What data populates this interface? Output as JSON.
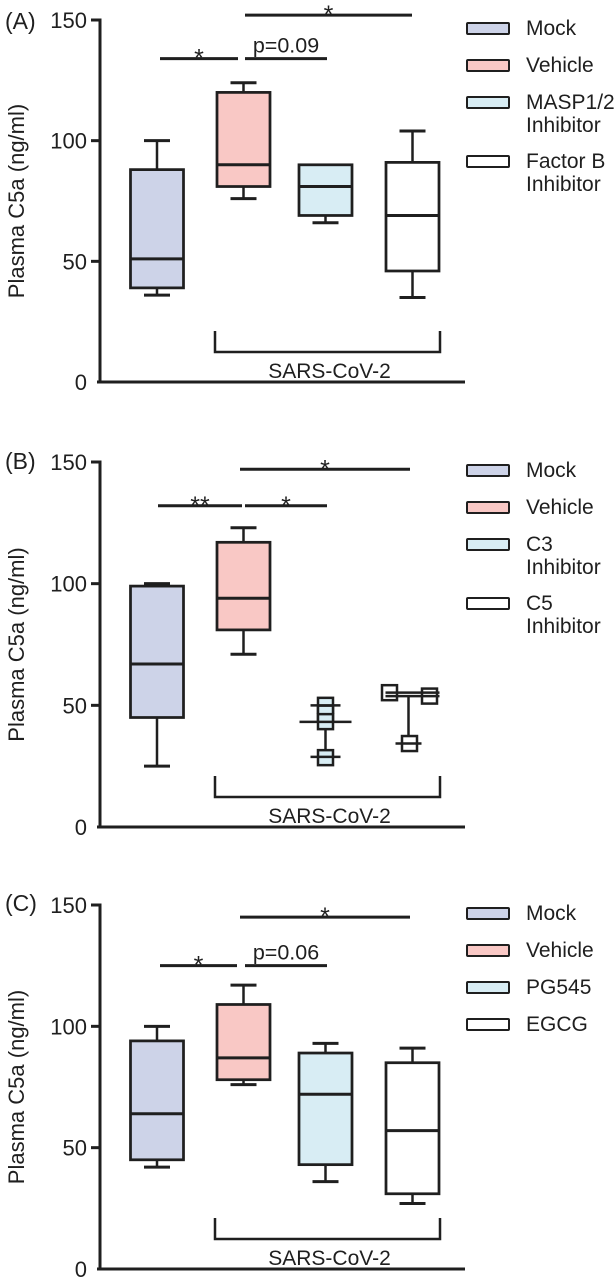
{
  "colors": {
    "stroke": "#1f1f1f",
    "mock": "#cdd3e8",
    "vehicle": "#f9c8c5",
    "light_blue": "#d8edf4",
    "white": "#ffffff"
  },
  "chart_data": [
    {
      "type": "box",
      "panel_label": "(A)",
      "ylabel": "Plasma C5a (ng/ml)",
      "ylim": [
        0,
        150
      ],
      "yticks": [
        0,
        50,
        100,
        150
      ],
      "condition_bracket": {
        "label": "SARS-CoV-2",
        "x1": 215,
        "x2": 440
      },
      "groups": [
        {
          "label": "Mock",
          "style": "box",
          "fill": "#cdd3e8",
          "min": 36,
          "q1": 39,
          "median": 51,
          "q3": 88,
          "max": 100
        },
        {
          "label": "Vehicle",
          "style": "box",
          "fill": "#f9c8c5",
          "min": 76,
          "q1": 81,
          "median": 90,
          "q3": 120,
          "max": 124
        },
        {
          "label": "MASP1/2 Inhibitor",
          "style": "box",
          "fill": "#d8edf4",
          "min": 66,
          "q1": 69,
          "median": 81,
          "q3": 90,
          "max": 90
        },
        {
          "label": "Factor B Inhibitor",
          "style": "box",
          "fill": "#ffffff",
          "min": 35,
          "q1": 46,
          "median": 69,
          "q3": 91,
          "max": 104
        }
      ],
      "significance": [
        {
          "x1": 160,
          "x2": 238,
          "y": 134,
          "label": "*",
          "kind": "star"
        },
        {
          "x1": 245,
          "x2": 327,
          "y": 134,
          "label": "p=0.09",
          "kind": "text"
        },
        {
          "x1": 245,
          "x2": 412,
          "y": 152,
          "label": "*",
          "kind": "star"
        }
      ],
      "legend": [
        {
          "label": "Mock",
          "fill": "#cdd3e8"
        },
        {
          "label": "Vehicle",
          "fill": "#f9c8c5"
        },
        {
          "label": "MASP1/2\nInhibitor",
          "fill": "#d8edf4"
        },
        {
          "label": "Factor B\nInhibitor",
          "fill": "#ffffff"
        }
      ]
    },
    {
      "type": "box",
      "panel_label": "(B)",
      "ylabel": "Plasma C5a (ng/ml)",
      "ylim": [
        0,
        150
      ],
      "yticks": [
        0,
        50,
        100,
        150
      ],
      "condition_bracket": {
        "label": "SARS-CoV-2",
        "x1": 215,
        "x2": 440
      },
      "groups": [
        {
          "label": "Mock",
          "style": "box",
          "fill": "#cdd3e8",
          "min": 25,
          "q1": 45,
          "median": 67,
          "q3": 99,
          "max": 100
        },
        {
          "label": "Vehicle",
          "style": "box",
          "fill": "#f9c8c5",
          "min": 71,
          "q1": 81,
          "median": 94,
          "q3": 117,
          "max": 123
        },
        {
          "label": "C3 Inhibitor",
          "style": "scatter",
          "fill": "#d8edf4",
          "points": [
            {
              "v": 50,
              "dx": 0
            },
            {
              "v": 46.8,
              "dx": 0
            },
            {
              "v": 43.3,
              "dx": 0
            },
            {
              "v": 28.5,
              "dx": 0
            }
          ],
          "median_lines": [
            43.2
          ],
          "median_halfwidth": 26,
          "range_line": {
            "v1": 43,
            "v2": 28.5,
            "dx": 0
          },
          "caps": [
            {
              "v": 50,
              "dx": 0,
              "hw": 15
            },
            {
              "v": 28.8,
              "dx": 0,
              "hw": 15
            }
          ]
        },
        {
          "label": "C5 Inhibitor",
          "style": "scatter",
          "fill": "#ffffff",
          "points": [
            {
              "v": 55.2,
              "dx": -23
            },
            {
              "v": 53.8,
              "dx": 17
            },
            {
              "v": 34.3,
              "dx": -3
            }
          ],
          "median_lines": [
            55.2,
            53.8
          ],
          "median_halfwidth": 27,
          "range_line": {
            "v1": 54,
            "v2": 34.5,
            "dx": -4
          },
          "caps": [
            {
              "v": 34.3,
              "dx": -4,
              "hw": 13
            }
          ]
        }
      ],
      "significance": [
        {
          "x1": 158,
          "x2": 242,
          "y": 132,
          "label": "**",
          "kind": "star"
        },
        {
          "x1": 245,
          "x2": 327,
          "y": 132,
          "label": "*",
          "kind": "star"
        },
        {
          "x1": 240,
          "x2": 410,
          "y": 147,
          "label": "*",
          "kind": "star"
        }
      ],
      "legend": [
        {
          "label": "Mock",
          "fill": "#cdd3e8"
        },
        {
          "label": "Vehicle",
          "fill": "#f9c8c5"
        },
        {
          "label": "C3\nInhibitor",
          "fill": "#d8edf4"
        },
        {
          "label": "C5\nInhibitor",
          "fill": "#ffffff"
        }
      ]
    },
    {
      "type": "box",
      "panel_label": "(C)",
      "ylabel": "Plasma C5a (ng/ml)",
      "ylim": [
        0,
        150
      ],
      "yticks": [
        0,
        50,
        100,
        150
      ],
      "condition_bracket": {
        "label": "SARS-CoV-2",
        "x1": 215,
        "x2": 440
      },
      "groups": [
        {
          "label": "Mock",
          "style": "box",
          "fill": "#cdd3e8",
          "min": 42,
          "q1": 45,
          "median": 64,
          "q3": 94,
          "max": 100
        },
        {
          "label": "Vehicle",
          "style": "box",
          "fill": "#f9c8c5",
          "min": 76,
          "q1": 78,
          "median": 87,
          "q3": 109,
          "max": 117
        },
        {
          "label": "PG545",
          "style": "box",
          "fill": "#d8edf4",
          "min": 36,
          "q1": 43,
          "median": 72,
          "q3": 89,
          "max": 93
        },
        {
          "label": "EGCG",
          "style": "box",
          "fill": "#ffffff",
          "min": 27,
          "q1": 31,
          "median": 57,
          "q3": 85,
          "max": 91
        }
      ],
      "significance": [
        {
          "x1": 160,
          "x2": 237,
          "y": 125,
          "label": "*",
          "kind": "star"
        },
        {
          "x1": 245,
          "x2": 327,
          "y": 125,
          "label": "p=0.06",
          "kind": "text"
        },
        {
          "x1": 240,
          "x2": 410,
          "y": 145,
          "label": "*",
          "kind": "star"
        }
      ],
      "legend": [
        {
          "label": "Mock",
          "fill": "#cdd3e8"
        },
        {
          "label": "Vehicle",
          "fill": "#f9c8c5"
        },
        {
          "label": "PG545",
          "fill": "#d8edf4"
        },
        {
          "label": "EGCG",
          "fill": "#ffffff"
        }
      ]
    }
  ]
}
